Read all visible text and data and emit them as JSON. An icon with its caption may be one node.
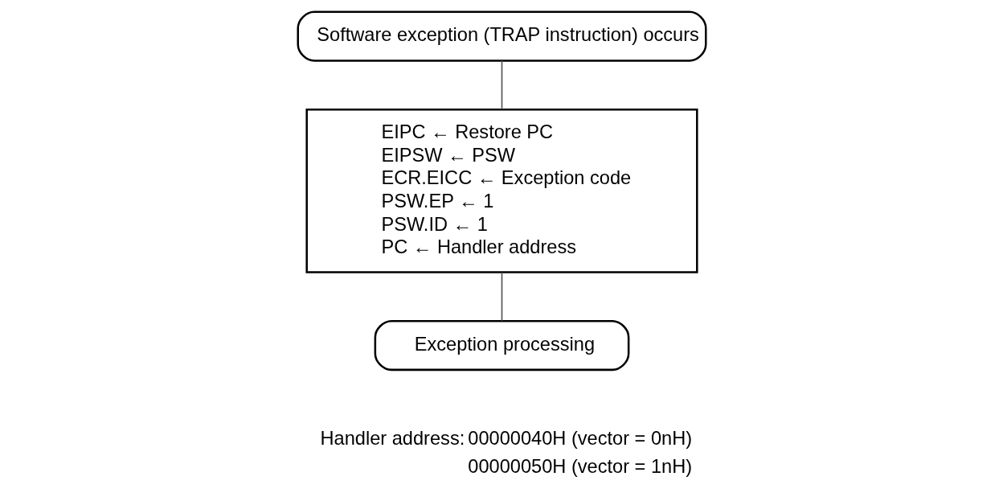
{
  "diagram": {
    "nodes": [
      {
        "text": [
          "Software exception (TRAP instruction) occurs"
        ]
      },
      {
        "text": [
          "EIPC ← Restore PC",
          "EIPSW ← PSW",
          "ECR.EICC ← Exception code",
          "PSW.EP ← 1",
          "PSW.ID ← 1",
          "PC ← Handler address"
        ]
      },
      {
        "text": [
          "Exception processing"
        ]
      }
    ],
    "edges": [
      {
        "from": 0,
        "to": 1,
        "arrow": "none"
      },
      {
        "from": 1,
        "to": 2,
        "arrow": "none"
      }
    ],
    "labels": [
      "Handler address:",
      "00000040H (vector = 0nH)",
      "00000050H (vector = 1nH)"
    ]
  }
}
